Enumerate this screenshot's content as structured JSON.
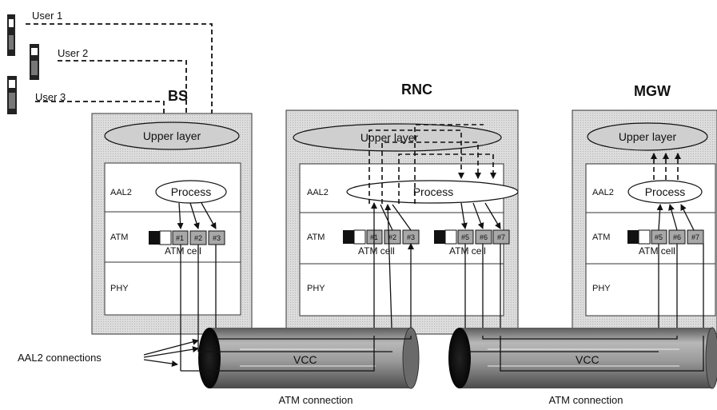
{
  "users": [
    {
      "label": "User 1"
    },
    {
      "label": "User 2"
    },
    {
      "label": "User 3"
    }
  ],
  "nodes": [
    {
      "title": "BS",
      "upper": "Upper layer",
      "aal2": "AAL2",
      "atm": "ATM",
      "phy": "PHY",
      "process": "Process",
      "atm_cell": "ATM cell",
      "cell_groups": [
        [
          "#1",
          "#2",
          "#3"
        ]
      ]
    },
    {
      "title": "RNC",
      "upper": "Upper layer",
      "aal2": "AAL2",
      "atm": "ATM",
      "phy": "PHY",
      "process": "Process",
      "atm_cell": "ATM cell",
      "cell_groups": [
        [
          "#1",
          "#2",
          "#3"
        ],
        [
          "#5",
          "#6",
          "#7"
        ]
      ]
    },
    {
      "title": "MGW",
      "upper": "Upper layer",
      "aal2": "AAL2",
      "atm": "ATM",
      "phy": "PHY",
      "process": "Process",
      "atm_cell": "ATM cell",
      "cell_groups": [
        [
          "#5",
          "#6",
          "#7"
        ]
      ]
    }
  ],
  "pipes": [
    {
      "vcc": "VCC",
      "caption": "ATM connection"
    },
    {
      "vcc": "VCC",
      "caption": "ATM connection"
    }
  ],
  "aal2_connections_label": "AAL2 connections",
  "colors": {
    "box": "#d9d9d9",
    "inner": "#ffffff",
    "ellipse": "#cfcfcf",
    "cell": "#a8a8a8",
    "pipe": "#8a8a8a",
    "line": "#111111"
  }
}
